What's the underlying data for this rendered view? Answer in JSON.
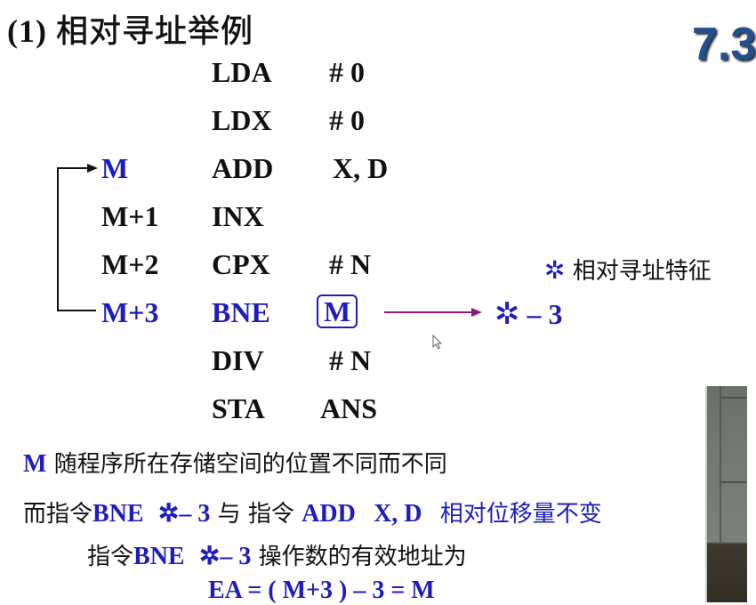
{
  "slide": {
    "title_prefix": "(1)",
    "title_cjk": "相对寻址举例",
    "section_number": "7.3"
  },
  "program": {
    "rows": [
      {
        "label": "",
        "op": "LDA",
        "arg": "# 0"
      },
      {
        "label": "",
        "op": "LDX",
        "arg": "# 0"
      },
      {
        "label": "M",
        "op": "ADD",
        "arg": "X, D"
      },
      {
        "label": "M+1",
        "op": "INX",
        "arg": ""
      },
      {
        "label": "M+2",
        "op": "CPX",
        "arg": "# N"
      },
      {
        "label": "M+3",
        "op": "BNE",
        "arg": "M"
      },
      {
        "label": "",
        "op": "DIV",
        "arg": "# N"
      },
      {
        "label": "",
        "op": "STA",
        "arg": "ANS"
      }
    ],
    "replacement": {
      "star": "✲",
      "text": "– 3"
    }
  },
  "note": {
    "star": "✲",
    "text": "相对寻址特征"
  },
  "explanation": {
    "line1": {
      "m": "M",
      "text": "随程序所在存储空间的位置不同而不同"
    },
    "line2": {
      "pre": "而指令",
      "bne": "BNE",
      "star_expr": "✲– 3",
      "mid": "与 指令",
      "add": "ADD",
      "add_arg": "X, D",
      "post": "相对位移量不变"
    },
    "line3": {
      "pre": "指令",
      "bne": "BNE",
      "star_expr": "✲– 3",
      "post": "操作数的有效地址为"
    },
    "line4": {
      "formula": "EA = ( M+3 ) – 3 = M"
    }
  },
  "colors": {
    "accent_blue": "#1c1cc0",
    "section_blue": "#22508f",
    "arrow_purple": "#8a1a7a",
    "text_black": "#111111"
  }
}
